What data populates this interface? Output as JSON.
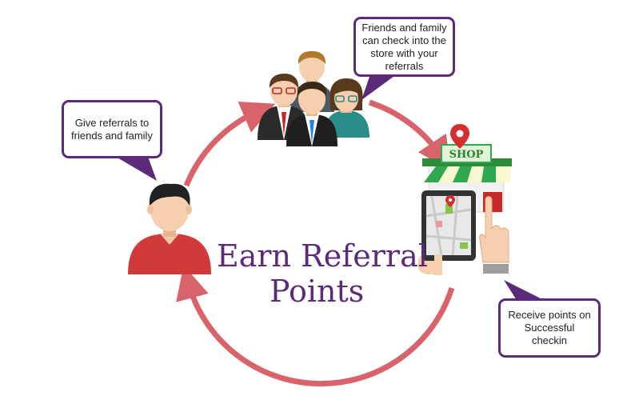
{
  "diagram": {
    "title_line1": "Earn Referral",
    "title_line2": "Points",
    "callouts": {
      "give_referrals": "Give referrals to friends and family",
      "friends_checkin": "Friends and family can check into the store with your referrals",
      "receive_points": "Receive points on Successful checkin"
    },
    "shop_sign": "SHOP",
    "colors": {
      "arrow": "#d9636a",
      "title": "#5b2a78",
      "callout_border": "#5b2a78",
      "shirt_red": "#d23a3a",
      "awning_green": "#2fa84f"
    },
    "icons": [
      "person-icon",
      "group-icon",
      "shop-icon",
      "tablet-map-icon",
      "pointing-hand-icon",
      "location-pin-icon"
    ]
  }
}
